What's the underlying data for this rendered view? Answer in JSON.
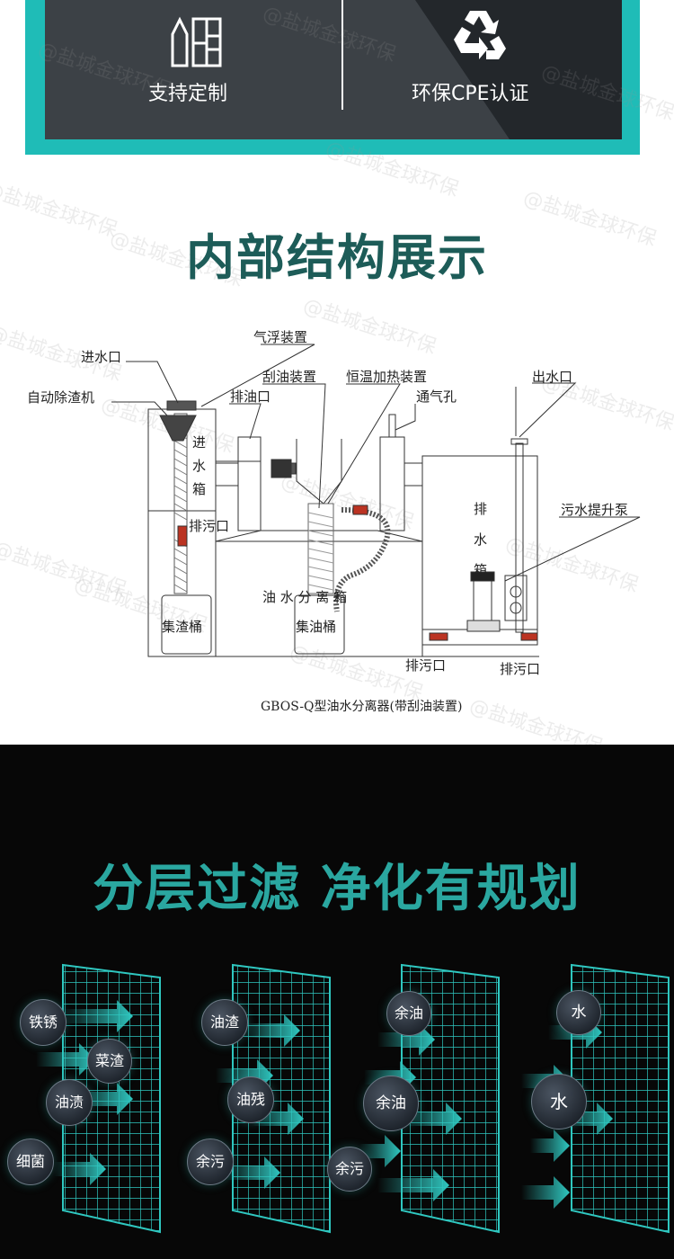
{
  "banner": {
    "features": [
      {
        "label": "支持定制",
        "icon": "bottles-icon"
      },
      {
        "label": "环保CPE认证",
        "icon": "recycle-icon"
      }
    ]
  },
  "structure": {
    "title": "内部结构展示",
    "caption": "GBOS-Q型油水分离器(带刮油装置)",
    "labels": {
      "inlet": "进水口",
      "auto_slag": "自动除渣机",
      "float_device": "气浮装置",
      "oil_scraper": "刮油装置",
      "heater": "恒温加热装置",
      "oil_outlet": "排油口",
      "vent": "通气孔",
      "water_outlet": "出水口",
      "inlet_box": [
        "进",
        "水",
        "箱"
      ],
      "drain_1": "排污口",
      "separator_box": "油 水 分 离 箱",
      "drain_box": [
        "排",
        "水",
        "箱"
      ],
      "lift_pump": "污水提升泵",
      "slag_bucket": "集渣桶",
      "oil_bucket": "集油桶",
      "drain_2": "排污口",
      "drain_3": "排污口"
    }
  },
  "watermark": "@盐城金球环保",
  "filtering": {
    "title": "分层过滤 净化有规划",
    "stages": [
      {
        "bubbles": [
          "铁锈",
          "菜渣",
          "油渍",
          "细菌"
        ]
      },
      {
        "bubbles": [
          "油渣",
          "油残",
          "余污"
        ]
      },
      {
        "bubbles": [
          "余油",
          "余油",
          "余污"
        ]
      },
      {
        "bubbles": [
          "水",
          "水"
        ]
      }
    ]
  },
  "colors": {
    "teal": "#1fbcb7",
    "dark_panel": "#3c4146",
    "title_teal": "#2aa7a0"
  }
}
